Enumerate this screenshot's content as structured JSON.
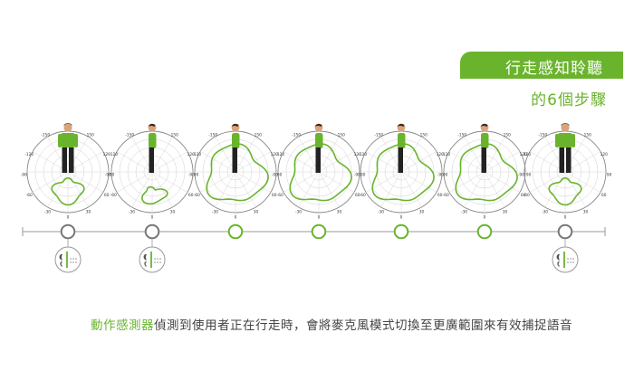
{
  "title": "行走感知聆聽",
  "subtitle": "的6個步驟",
  "caption": {
    "highlight": "動作感測器",
    "rest": "偵測到使用者正在行走時，會將麥克風模式切換至更廣範圍來有效捕捉語音"
  },
  "colors": {
    "accent": "#6ab42d",
    "inactive": "#777777",
    "line": "#999999"
  },
  "steps": [
    {
      "id": 1,
      "state": "inactive",
      "figure": "front",
      "pattern": "rear-lobe",
      "has_icon": true
    },
    {
      "id": 2,
      "state": "inactive",
      "figure": "side",
      "pattern": "small-rear",
      "has_icon": true
    },
    {
      "id": 3,
      "state": "active",
      "figure": "side",
      "pattern": "wide",
      "has_icon": false
    },
    {
      "id": 4,
      "state": "active",
      "figure": "side",
      "pattern": "wide",
      "has_icon": false
    },
    {
      "id": 5,
      "state": "active",
      "figure": "side",
      "pattern": "wide",
      "has_icon": false
    },
    {
      "id": 6,
      "state": "active",
      "figure": "side",
      "pattern": "wide",
      "has_icon": false
    },
    {
      "id": 7,
      "state": "inactive",
      "figure": "front",
      "pattern": "rear-lobe",
      "has_icon": true
    }
  ],
  "polar_labels": [
    "150",
    "-150",
    "120",
    "-120",
    "90",
    "-90",
    "60",
    "-60",
    "30",
    "-30",
    "0"
  ]
}
